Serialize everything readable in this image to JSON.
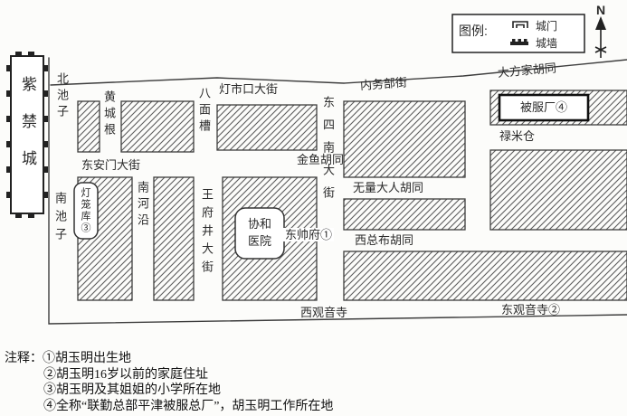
{
  "legend": {
    "title": "图例:",
    "items": [
      {
        "label": "城门",
        "icon": "gate-icon"
      },
      {
        "label": "城墙",
        "icon": "wall-icon"
      }
    ]
  },
  "compass": {
    "label": "N",
    "icon": "north-arrow-icon"
  },
  "landmarks": {
    "forbidden_city": "紫禁城",
    "hospital": "协和\n医院",
    "shuaifu": "东帅府①",
    "factory": "被服厂④",
    "lantern_store": "灯笼库③"
  },
  "streets": {
    "beichizi": "北池子",
    "nanchizi": "南池子",
    "huangchenggen": "黄城根",
    "bamianchao": "八面槽",
    "dengshikou": "灯市口大街",
    "neiwubu": "内务部街",
    "dafangjia": "大方家胡同",
    "donganmen": "东安门大街",
    "jinyu": "金鱼胡同",
    "dongsinan": "东四南大街",
    "wuliangdaren": "无量大人胡同",
    "xizongbu": "西总布胡同",
    "wangfujing": "王府井大街",
    "nanheyan": "南河沿",
    "lumicang": "禄米仓",
    "xiguanyinsi": "西观音寺",
    "dongguanyinsi": "东观音寺②"
  },
  "notes": {
    "title": "注释：",
    "lines": [
      "①胡玉明出生地",
      "②胡玉明16岁以前的家庭住址",
      "③胡玉明及其姐姐的小学所在地",
      "④全称“联勤总部平津被服总厂”，胡玉明工作所在地"
    ]
  }
}
